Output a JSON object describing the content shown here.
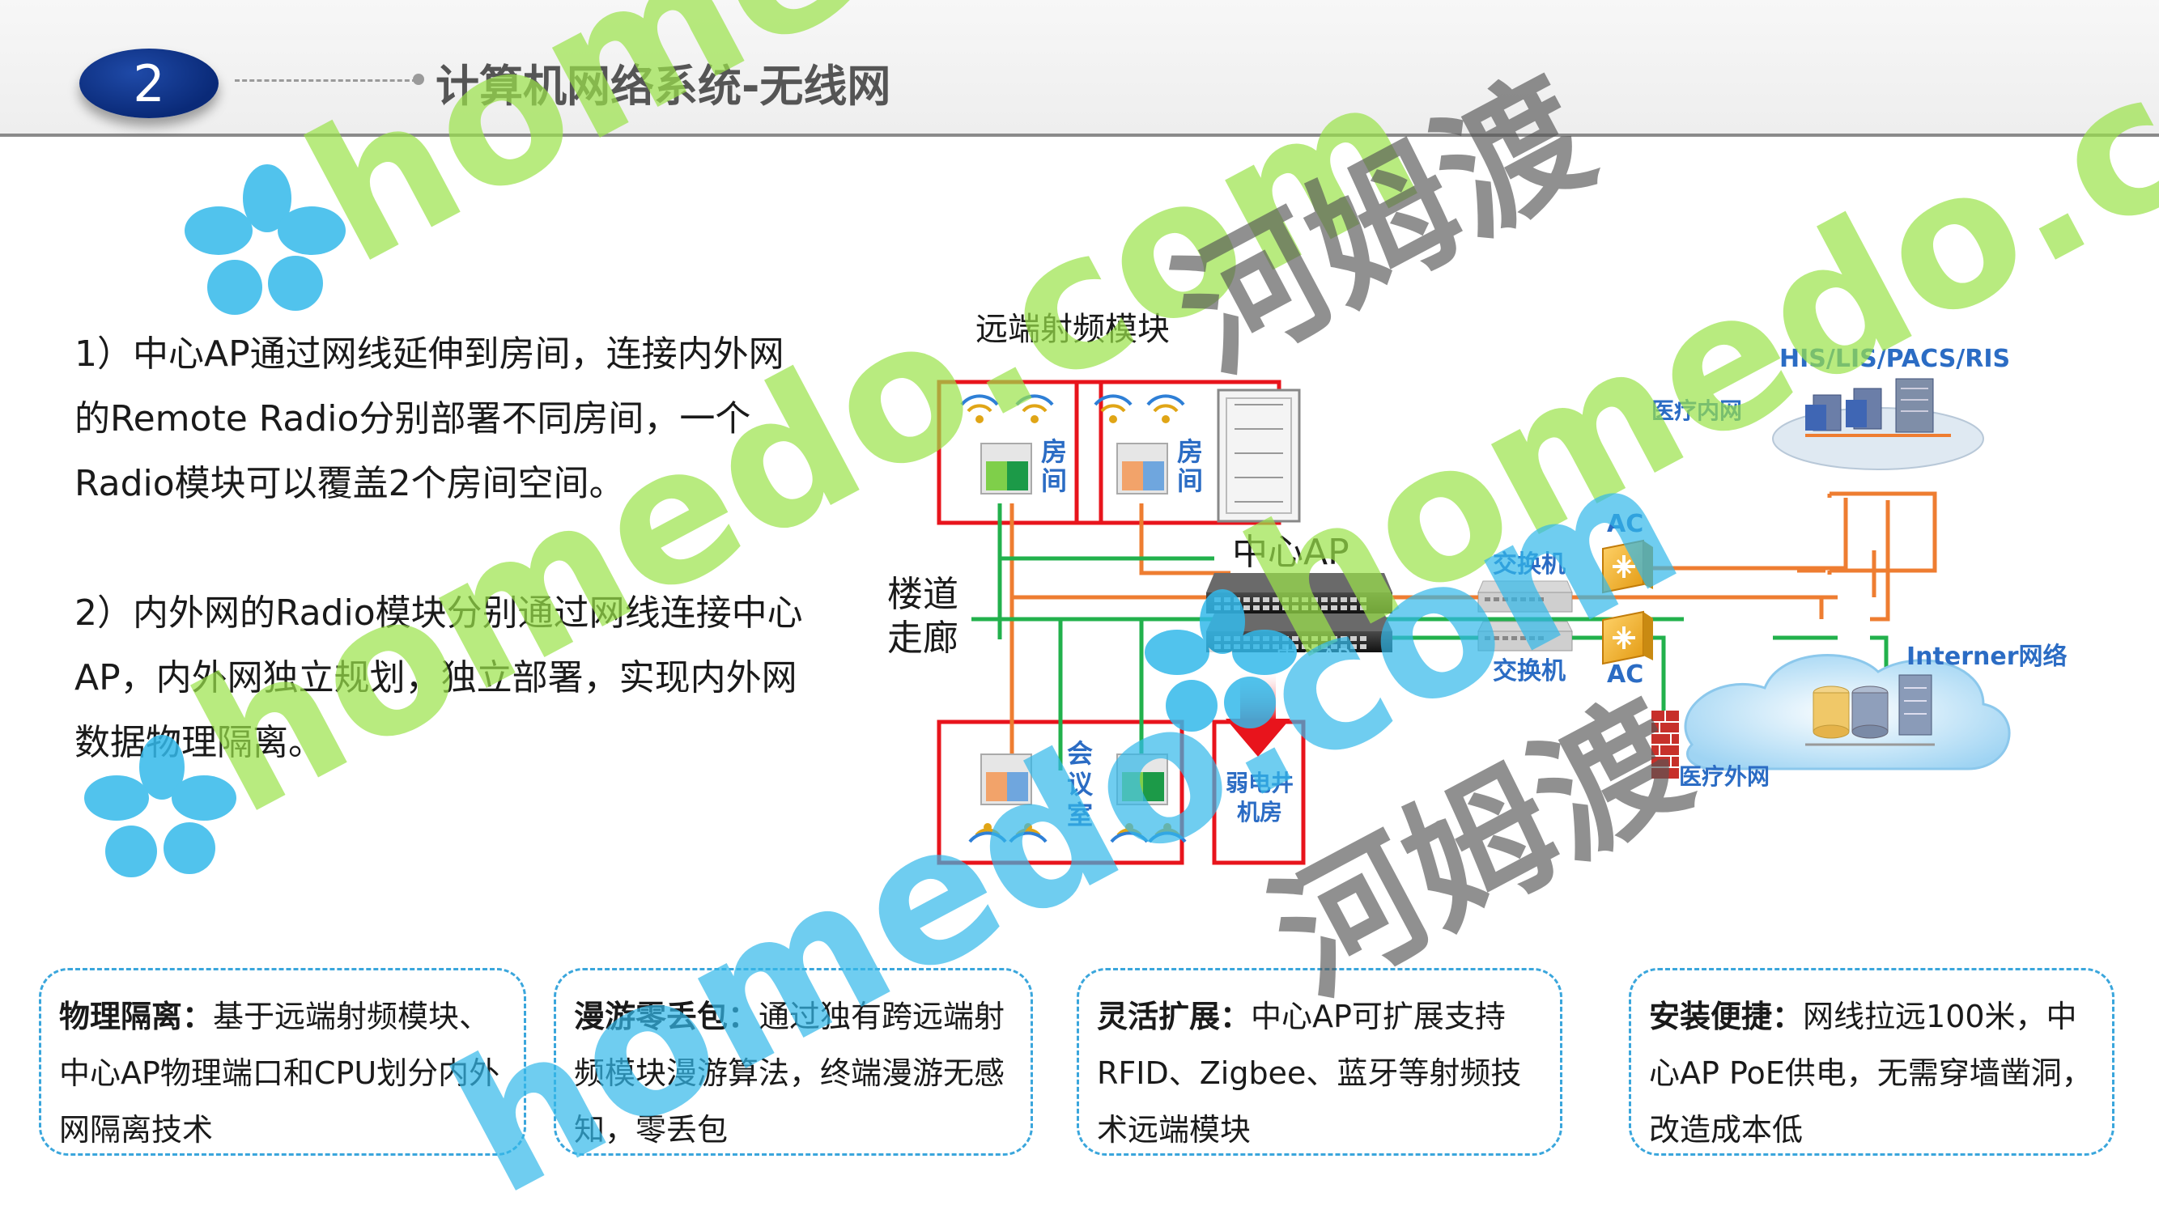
{
  "header": {
    "section_number": "2",
    "title": "计算机网络系统-无线网"
  },
  "description": {
    "paragraph_1": "1）中心AP通过网线延伸到房间，连接内外网的Remote Radio分别部署不同房间，一个Radio模块可以覆盖2个房间空间。",
    "paragraph_2": "2）内外网的Radio模块分别通过网线连接中心AP，内外网独立规划，独立部署，实现内外网数据物理隔离。"
  },
  "diagram": {
    "remote_module_label": "远端射频模块",
    "room_label_1": "房间",
    "room_label_2": "房间",
    "center_ap_label": "中心AP",
    "corridor_label": "楼道走廊",
    "switch_label_top": "交换机",
    "switch_label_bottom": "交换机",
    "ac_label_top": "AC",
    "ac_label_bottom": "AC",
    "his_label": "HIS/LIS/PACS/RIS",
    "internal_network_label": "医疗内网",
    "internet_label": "Interner网络",
    "external_network_label": "医疗外网",
    "meeting_room_label": "会议室",
    "weak_room_label": "弱电井机房",
    "center_ap_faint_label": "中心AP",
    "colors": {
      "internal_line": "#ee7d31",
      "external_line": "#22b14c",
      "room_border": "#e8141c",
      "label_blue": "#2b6cc4"
    }
  },
  "features": [
    {
      "title": "物理隔离：",
      "body": "基于远端射频模块、中心AP物理端口和CPU划分内外网隔离技术"
    },
    {
      "title": "漫游零丢包：",
      "body": "通过独有跨远端射频模块漫游算法，终端漫游无感知，零丢包"
    },
    {
      "title": "灵活扩展：",
      "body": "中心AP可扩展支持RFID、Zigbee、蓝牙等射频技术远端模块"
    },
    {
      "title": "安装便捷：",
      "body": "网线拉远100米，中心AP PoE供电，无需穿墙凿洞，改造成本低"
    }
  ],
  "watermark": {
    "latin": "homedo.com",
    "chinese": "河姆渡"
  }
}
